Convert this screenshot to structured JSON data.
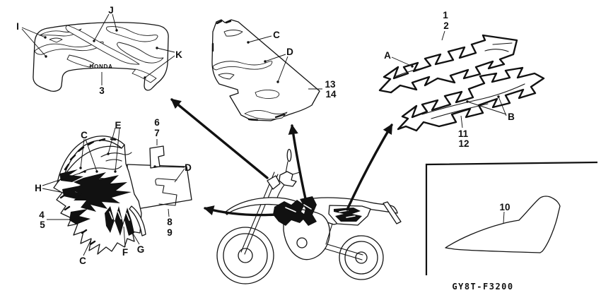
{
  "figure": {
    "drawing_code": "GY8T-F3200",
    "tank_view": {
      "logo": "HONDA",
      "callouts": {
        "i": "I",
        "j": "J",
        "k": "K",
        "n3": "3"
      }
    },
    "front_panel_view": {
      "callouts": {
        "c": "C",
        "d": "D",
        "n13": "13",
        "n14": "14"
      }
    },
    "stripe_view": {
      "callouts": {
        "n1": "1",
        "n2": "2",
        "a": "A",
        "b": "B",
        "n11": "11",
        "n12": "12"
      }
    },
    "shroud_view": {
      "callouts": {
        "c_top": "C",
        "e": "E",
        "n6": "6",
        "n7": "7",
        "d": "D",
        "h": "H",
        "n4": "4",
        "n5": "5",
        "n8": "8",
        "n9": "9",
        "f": "F",
        "g": "G",
        "c_bottom": "C"
      }
    },
    "seat_view": {
      "callouts": {
        "n10": "10"
      }
    }
  }
}
